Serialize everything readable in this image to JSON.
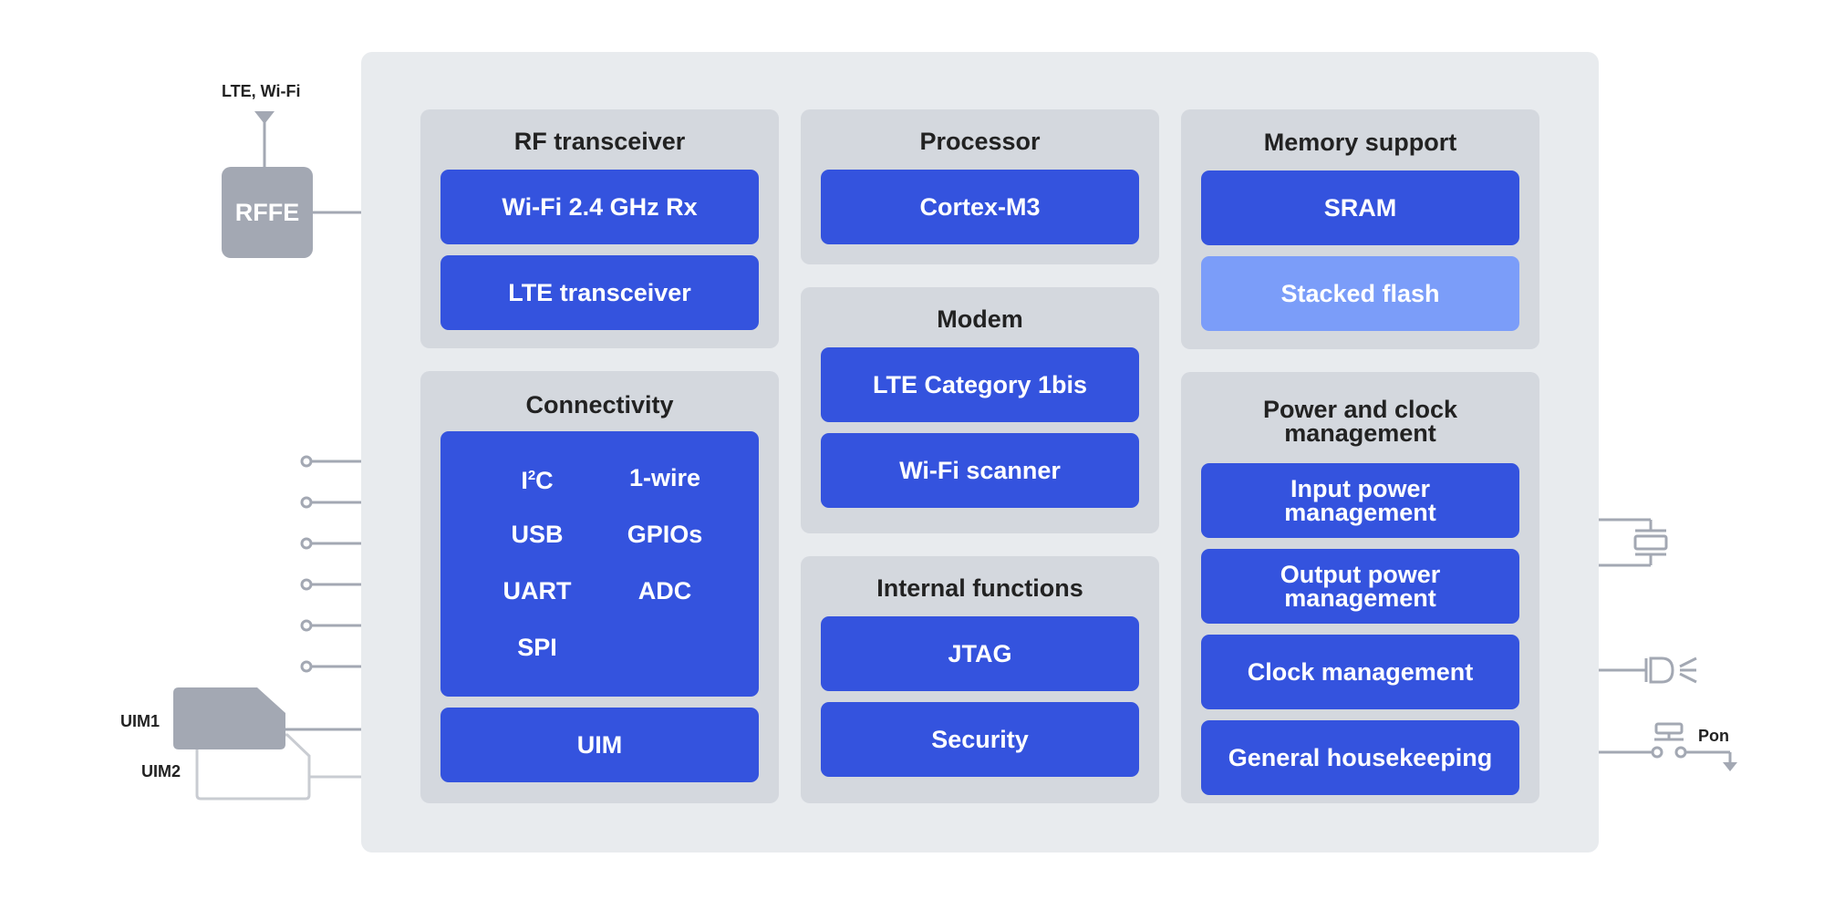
{
  "antenna_label": "LTE, Wi-Fi",
  "rffe_label": "RFFE",
  "uim1_label": "UIM1",
  "uim2_label": "UIM2",
  "pon_label": "Pon",
  "groups": {
    "rf": {
      "title": "RF transceiver",
      "blocks": [
        "Wi-Fi 2.4 GHz Rx",
        "LTE transceiver"
      ]
    },
    "processor": {
      "title": "Processor",
      "blocks": [
        "Cortex-M3"
      ]
    },
    "memory": {
      "title": "Memory support",
      "blocks": [
        "SRAM",
        "Stacked flash"
      ]
    },
    "connectivity": {
      "title": "Connectivity",
      "i2c": {
        "base": "I",
        "sup": "2",
        "rest": "C"
      },
      "items": [
        "1-wire",
        "USB",
        "GPIOs",
        "UART",
        "ADC",
        "SPI"
      ],
      "uim_block": "UIM"
    },
    "modem": {
      "title": "Modem",
      "blocks": [
        "LTE Category 1bis",
        "Wi-Fi scanner"
      ]
    },
    "internal": {
      "title": "Internal functions",
      "blocks": [
        "JTAG",
        "Security"
      ]
    },
    "power": {
      "title_line1": "Power and clock",
      "title_line2": "management",
      "blocks": [
        {
          "line1": "Input power",
          "line2": "management"
        },
        {
          "line1": "Output power",
          "line2": "management"
        },
        {
          "line1": "Clock management",
          "line2": ""
        },
        {
          "line1": "General housekeeping",
          "line2": ""
        }
      ]
    }
  },
  "colors": {
    "block": "#3453de",
    "block_light": "#7b9df9",
    "group_bg": "#d4d8de",
    "chip_bg": "#e8ebee",
    "wire": "#a3a8b3"
  }
}
